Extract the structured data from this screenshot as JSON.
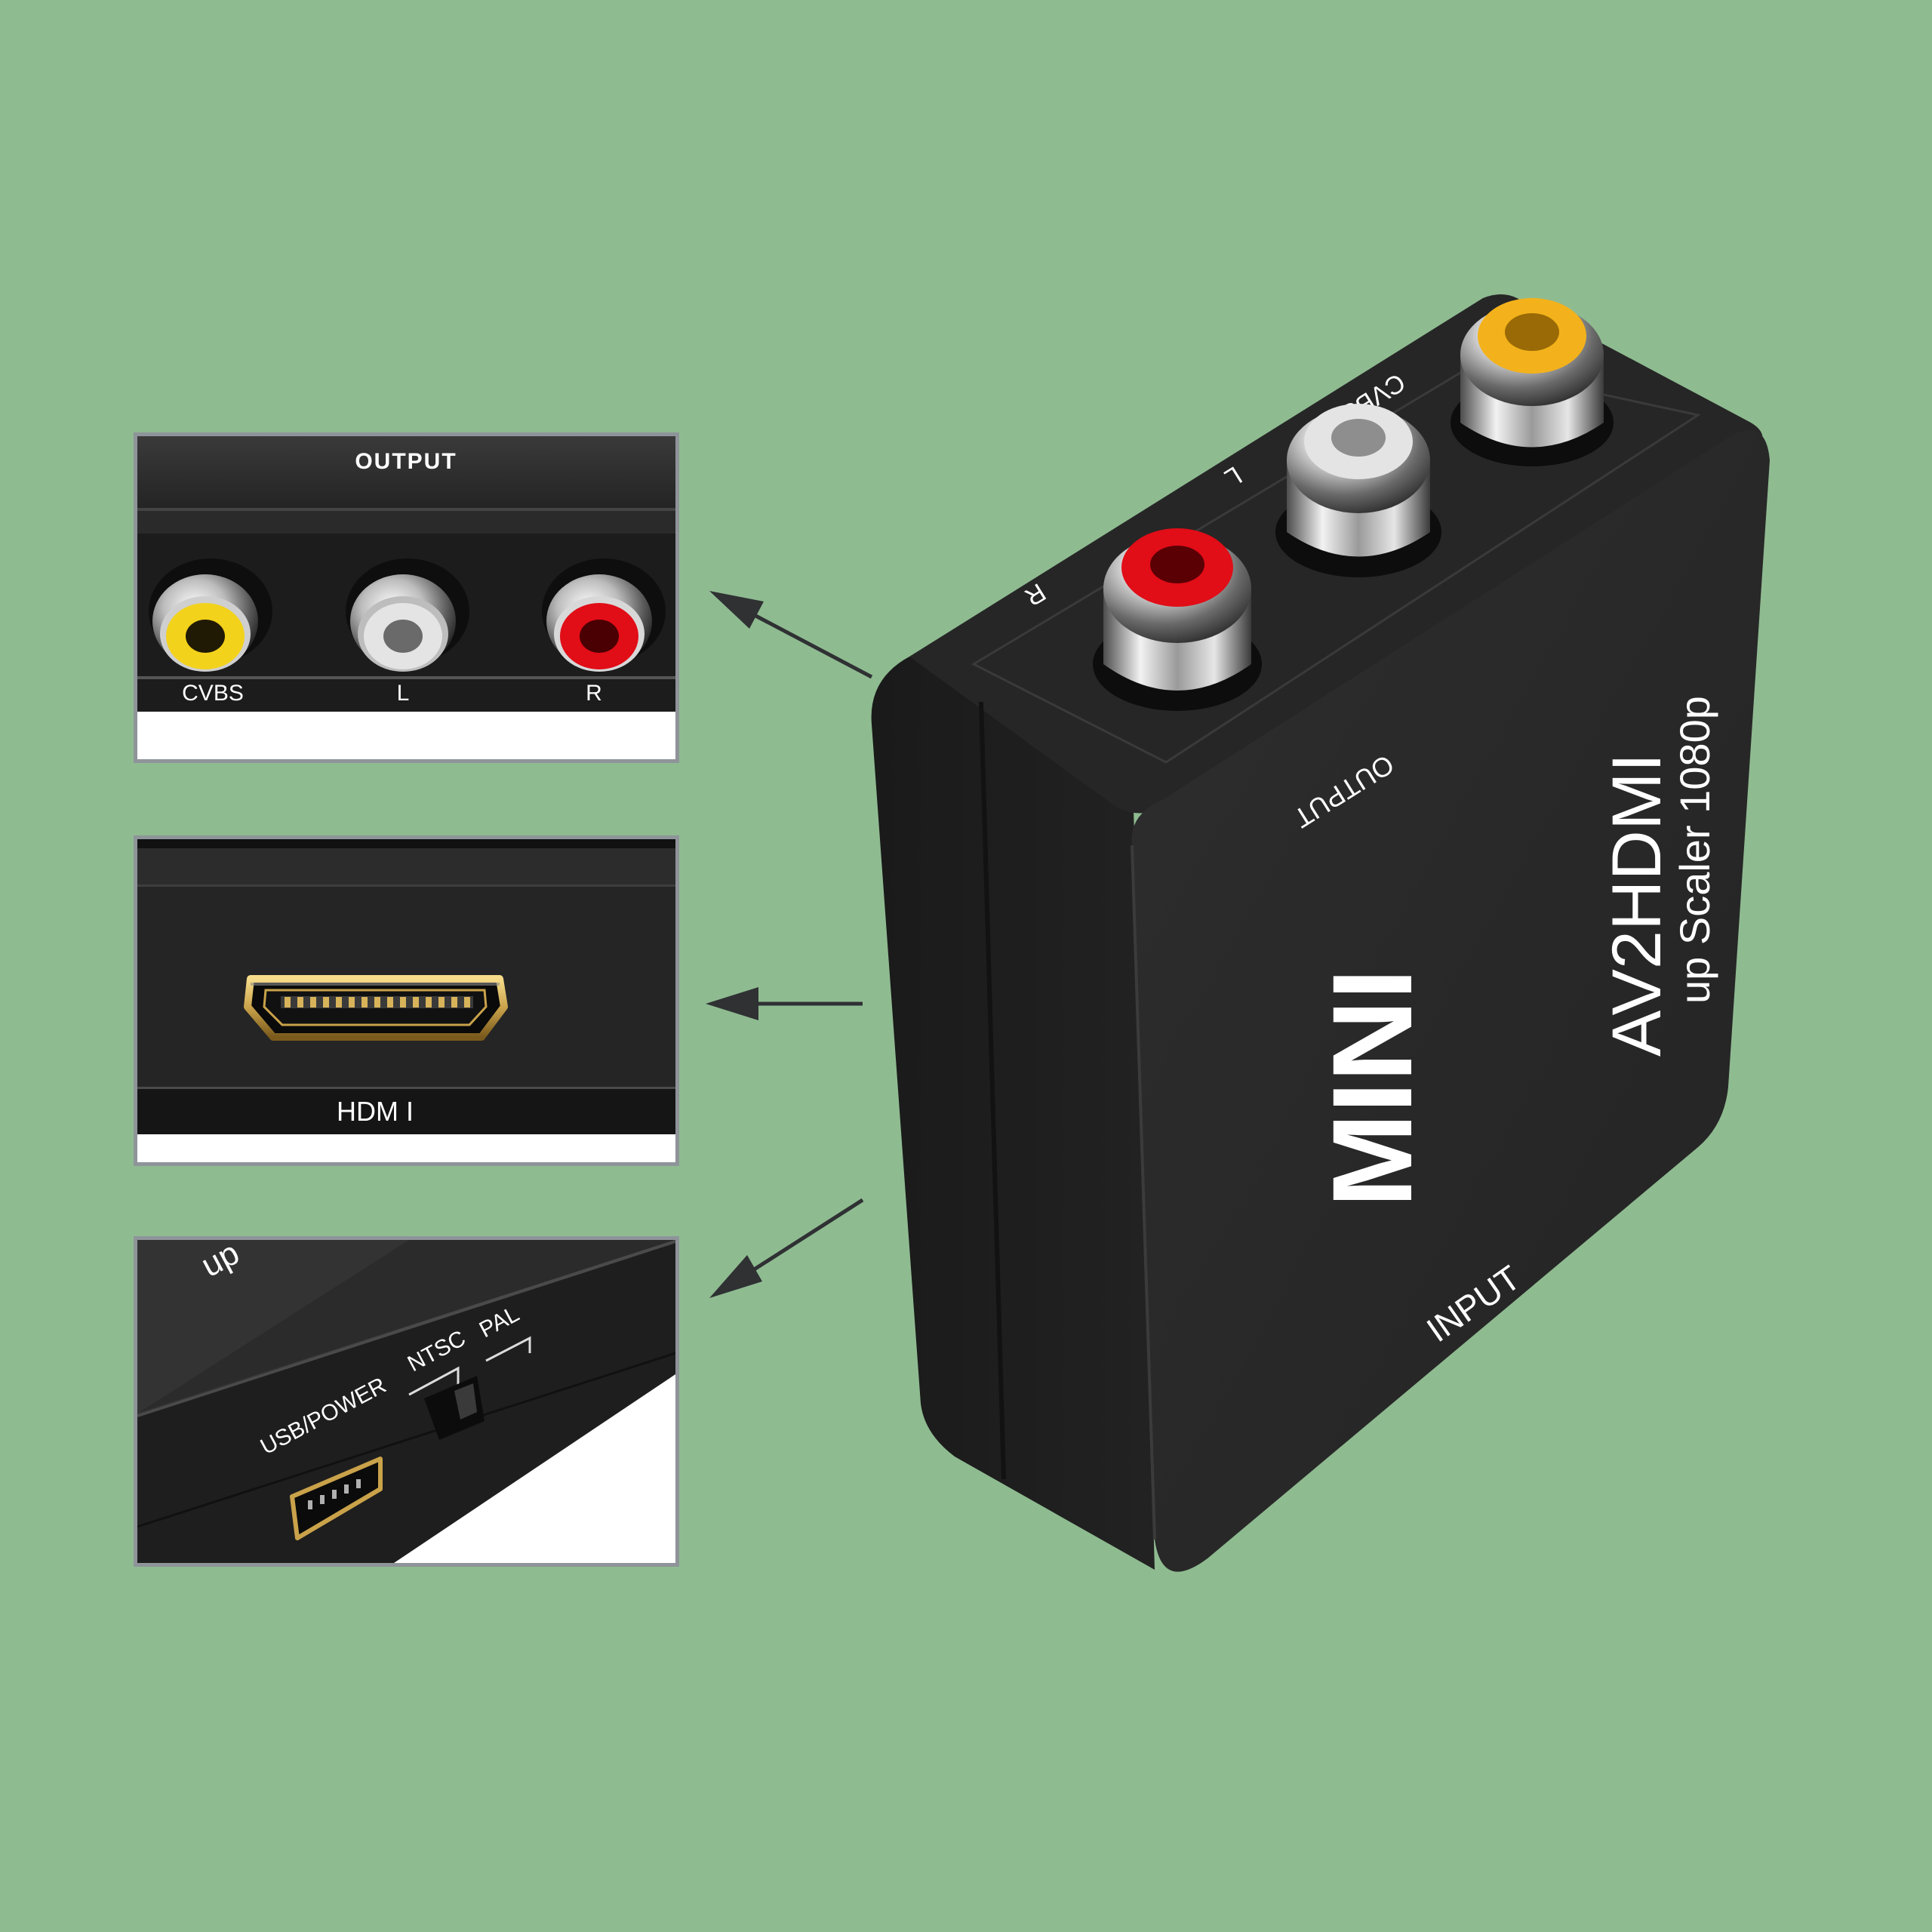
{
  "colors": {
    "background": "#8fbb91",
    "device_body": "#262626",
    "jack_yellow": "#f3b21b",
    "jack_white": "#e4e4e4",
    "jack_red": "#e10d17",
    "hdmi_gold": "#c9a24a",
    "panel_border": "#8e9499"
  },
  "icons": [
    "rca-jack-icon",
    "hdmi-port-icon",
    "mini-usb-port-icon",
    "arrow-left-icon"
  ],
  "panels": {
    "output": {
      "title": "OUTPUT",
      "jacks": [
        {
          "label": "CVBS",
          "color": "#f3d21b"
        },
        {
          "label": "L",
          "color": "#e4e4e4"
        },
        {
          "label": "R",
          "color": "#e10d17"
        }
      ]
    },
    "hdmi": {
      "label": "HDM I"
    },
    "usb": {
      "up_text": "up",
      "usb_label": "USB/POWER",
      "ntsc_label": "NTSC",
      "pal_label": "PAL"
    }
  },
  "device": {
    "brand": "MINI",
    "model": "AV2HDMI",
    "subtitle": "up Scaler 1080p",
    "input_label": "INPUT",
    "output_label": "OUTPUT",
    "jack_labels": {
      "cvbs": "CVBS",
      "left": "L",
      "right": "R"
    }
  }
}
